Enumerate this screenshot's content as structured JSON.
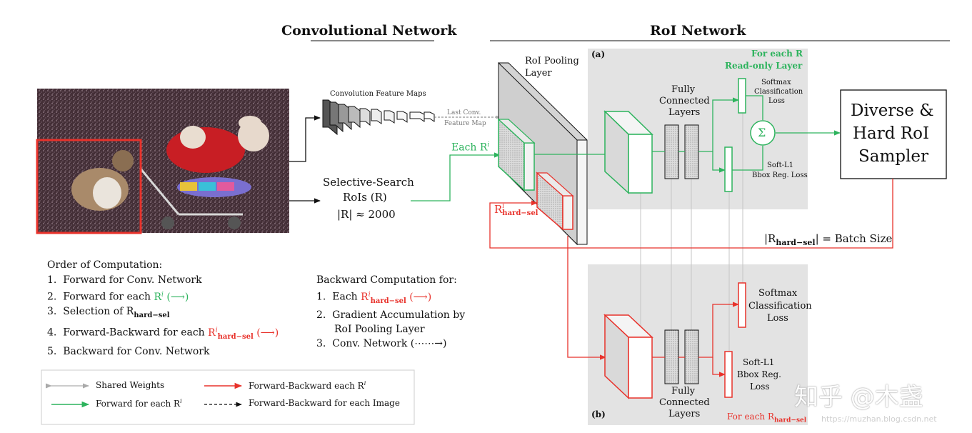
{
  "headers": {
    "conv": "Convolutional Network",
    "roi": "RoI Network"
  },
  "conv_feature_maps": "Convolution Feature Maps",
  "last_conv_1": "Last Conv.",
  "last_conv_2": "Feature Map",
  "selective_search": {
    "line1": "Selective-Search",
    "line2": "RoIs (R)",
    "line3": "|R| ≈ 2000"
  },
  "each_r": "Each R",
  "each_r_sup": "i",
  "r_hard_sel": {
    "base": "R",
    "sup": "i",
    "sub": "hard−sel"
  },
  "roi_pooling": {
    "line1": "RoI Pooling",
    "line2": "Layer"
  },
  "panel_a": {
    "tag": "(a)",
    "note1": "For each R",
    "note2": "Read-only Layer",
    "fc1": "Fully",
    "fc2": "Connected",
    "fc3": "Layers",
    "softmax1": "Softmax",
    "softmax2": "Classification",
    "softmax3": "Loss",
    "sigma": "Σ",
    "bbox1": "Soft-L1",
    "bbox2": "Bbox Reg. Loss"
  },
  "panel_b": {
    "tag": "(b)",
    "note": "For each R",
    "note_sub": "hard−sel",
    "fc1": "Fully",
    "fc2": "Connected",
    "fc3": "Layers",
    "softmax1": "Softmax",
    "softmax2": "Classification",
    "softmax3": "Loss",
    "bbox1": "Soft-L1",
    "bbox2": "Bbox Reg.",
    "bbox3": "Loss"
  },
  "sampler": {
    "line1": "Diverse &",
    "line2": "Hard RoI",
    "line3": "Sampler"
  },
  "batch_size": {
    "pre": "|R",
    "sub": "hard−sel",
    "post": "| = Batch Size"
  },
  "order": {
    "title": "Order of Computation:",
    "items": [
      {
        "num": "1.",
        "text": "Forward for Conv. Network"
      },
      {
        "num": "2.",
        "text": "Forward for each ",
        "colored": "R",
        "sup": "i",
        "arrow": " (⟶)",
        "color": "#2db35d"
      },
      {
        "num": "3.",
        "text": "Selection of R",
        "sub": "hard−sel"
      },
      {
        "num": "4.",
        "text": "Forward-Backward for each ",
        "colored": "R",
        "sup": "i",
        "sub": "hard−sel",
        "arrow": " (⟶)",
        "color": "#e8322b"
      },
      {
        "num": "5.",
        "text": "Backward for Conv. Network"
      }
    ]
  },
  "backward": {
    "title": "Backward Computation for:",
    "items": [
      {
        "num": "1.",
        "text": "Each ",
        "colored": "R",
        "sup": "i",
        "sub": "hard−sel",
        "arrow": " (⟶)"
      },
      {
        "num": "2.",
        "text": "Gradient Accumulation by"
      },
      {
        "num": "",
        "text": "RoI Pooling Layer"
      },
      {
        "num": "3.",
        "text": "Conv. Network (⋯⋯→)"
      }
    ]
  },
  "legend": {
    "shared": "Shared Weights",
    "fwd_each": "Forward for each R",
    "fb_each": "Forward-Backward each R",
    "fb_image": "Forward-Backward for each Image",
    "sup": "i"
  },
  "watermark": {
    "main": "知乎 @木盏",
    "url": "https://muzhan.blog.csdn.net"
  },
  "colors": {
    "green": "#2db35d",
    "red": "#e8322b",
    "gray_panel": "#e3e3e3",
    "line_gray": "#bdbdbd"
  }
}
